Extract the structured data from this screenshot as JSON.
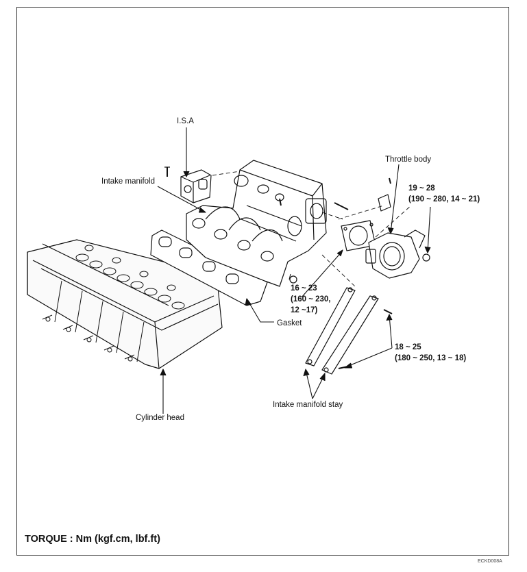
{
  "labels": {
    "isa": "I.S.A",
    "intake_manifold": "Intake manifold",
    "throttle_body": "Throttle body",
    "gasket": "Gasket",
    "cylinder_head": "Cylinder head",
    "intake_manifold_stay": "Intake manifold stay"
  },
  "torques": {
    "throttle_bolt": [
      "19 ~ 28",
      "(190 ~ 280, 14 ~ 21)"
    ],
    "manifold_nut": [
      "16 ~ 23",
      "(160 ~ 230,",
      "12 ~17)"
    ],
    "stay_bolt": [
      "18 ~ 25",
      "(180 ~ 250, 13 ~ 18)"
    ]
  },
  "torque_legend": "TORQUE : Nm (kgf.cm, lbf.ft)",
  "figure_code": "ECKD008A"
}
